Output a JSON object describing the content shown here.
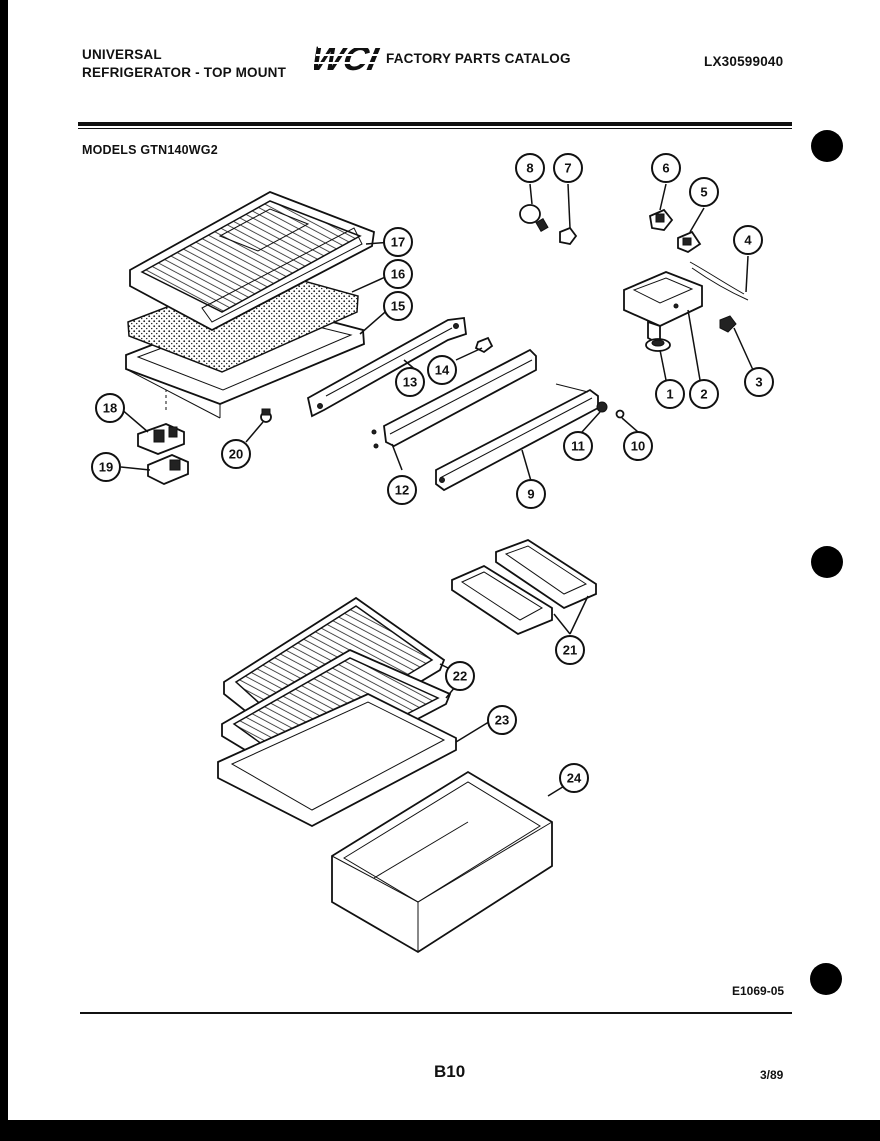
{
  "header": {
    "brand_line1": "UNIVERSAL",
    "brand_line2": "REFRIGERATOR - TOP MOUNT",
    "logo_text": "WCI",
    "catalog_title": "FACTORY PARTS CATALOG",
    "catalog_number": "LX30599040",
    "models": "MODELS GTN140WG2"
  },
  "callouts": [
    "1",
    "2",
    "3",
    "4",
    "5",
    "6",
    "7",
    "8",
    "9",
    "10",
    "11",
    "12",
    "13",
    "14",
    "15",
    "16",
    "17",
    "18",
    "19",
    "20",
    "21",
    "22",
    "23",
    "24"
  ],
  "footer": {
    "drawing_id": "E1069-05",
    "page": "B10",
    "date": "3/89"
  }
}
